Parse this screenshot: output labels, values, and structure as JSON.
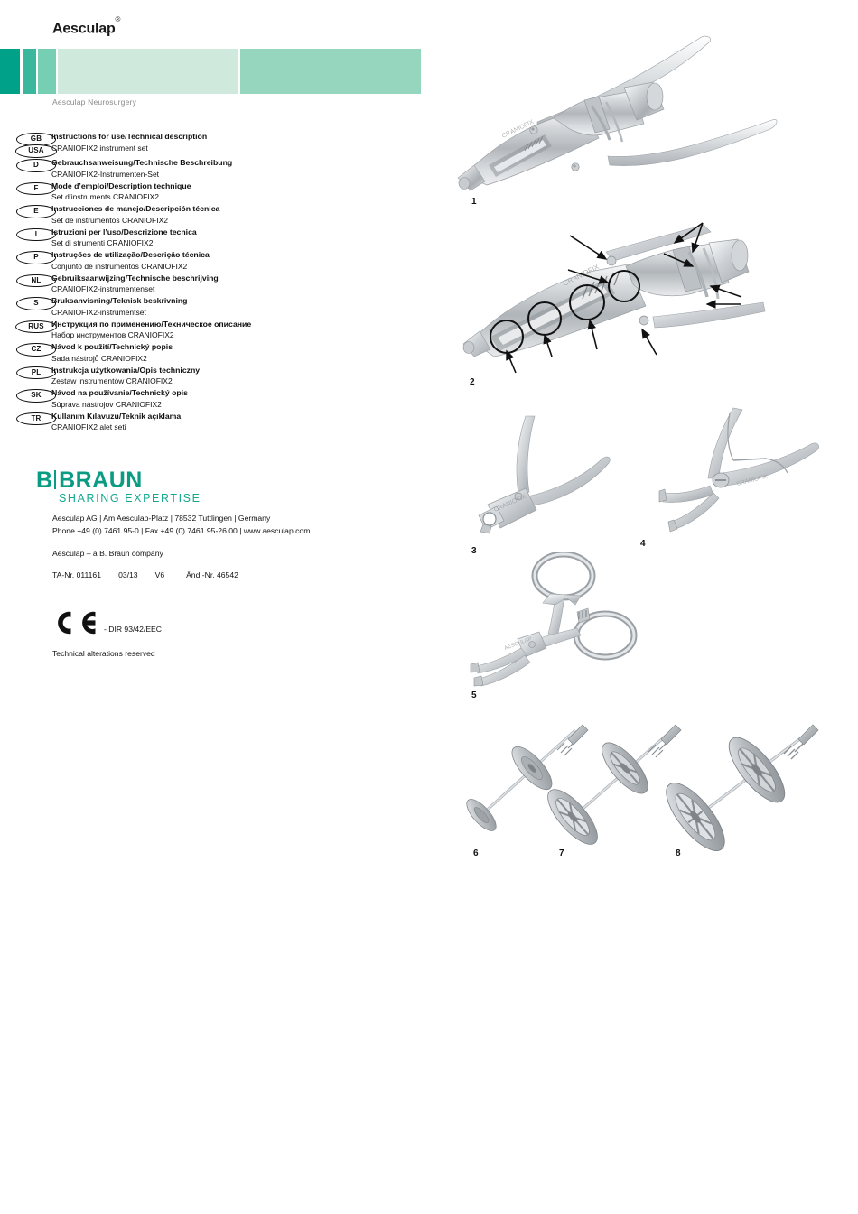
{
  "header": {
    "brand": "Aesculap",
    "trademark": "®",
    "division": "Aesculap Neurosurgery"
  },
  "colors": {
    "teal_dark": "#00a189",
    "teal_mid": "#3bb79e",
    "teal_light": "#76cfb3",
    "mint_pale": "#cfe9dd",
    "mint_mid": "#96d6bf",
    "brand_green": "#0a9b83",
    "tagline_green": "#14a98f",
    "subtitle_gray": "#8a8a8a"
  },
  "languages": [
    {
      "code": "GB",
      "title": "Instructions for use/Technical description",
      "subtitle": "CRANIOFIX2 instrument set"
    },
    {
      "code": "USA",
      "title": "",
      "subtitle": ""
    },
    {
      "code": "D",
      "title": "Gebrauchsanweisung/Technische Beschreibung",
      "subtitle": "CRANIOFIX2-Instrumenten-Set"
    },
    {
      "code": "F",
      "title": "Mode d’emploi/Description technique",
      "subtitle": "Set d’instruments CRANIOFIX2"
    },
    {
      "code": "E",
      "title": "Instrucciones de manejo/Descripción técnica",
      "subtitle": "Set de instrumentos CRANIOFIX2"
    },
    {
      "code": "I",
      "title": "Istruzioni per l’uso/Descrizione tecnica",
      "subtitle": "Set di strumenti CRANIOFIX2"
    },
    {
      "code": "P",
      "title": "Instruções de utilização/Descriçâo técnica",
      "subtitle": "Conjunto de instrumentos CRANIOFIX2"
    },
    {
      "code": "NL",
      "title": "Gebruiksaanwijzing/Technische beschrijving",
      "subtitle": "CRANIOFIX2-instrumentenset"
    },
    {
      "code": "S",
      "title": "Bruksanvisning/Teknisk beskrivning",
      "subtitle": "CRANIOFIX2-instrumentset"
    },
    {
      "code": "RUS",
      "title": "Инструкция по применению/Техническое описание",
      "subtitle": "Набор инструментов CRANIOFIX2"
    },
    {
      "code": "CZ",
      "title": "Návod k použití/Technický popis",
      "subtitle": "Sada nástrojů CRANIOFIX2"
    },
    {
      "code": "PL",
      "title": "Instrukcja użytkowania/Opis techniczny",
      "subtitle": "Zestaw instrumentów CRANIOFIX2"
    },
    {
      "code": "SK",
      "title": "Návod na používanie/Technický opis",
      "subtitle": "Súprava nástrojov CRANIOFIX2"
    },
    {
      "code": "TR",
      "title": "Kullanım Kılavuzu/Teknik açıklama",
      "subtitle": "CRANIOFIX2 alet seti"
    }
  ],
  "logo": {
    "letter": "B",
    "name": "BRAUN",
    "tagline": "SHARING EXPERTISE"
  },
  "address": {
    "line1": "Aesculap AG | Am Aesculap-Platz | 78532 Tuttlingen | Germany",
    "line2": "Phone +49 (0) 7461 95-0 | Fax +49 (0) 7461 95-26 00 | www.aesculap.com",
    "company": "Aesculap – a B. Braun company"
  },
  "docref": {
    "ta_label": "TA-Nr. 011161",
    "date": "03/13",
    "version": "V6",
    "and_label": "Änd.-Nr. 46542",
    "full": "TA-Nr. 011161        03/13        V6          Änd.-Nr. 46542"
  },
  "ce": {
    "mark": "CE",
    "directive": "- DIR 93/42/EEC",
    "disclaimer": "Technical alterations reserved"
  },
  "figures": [
    {
      "number": "1",
      "caption": ""
    },
    {
      "number": "2",
      "caption": ""
    },
    {
      "number": "3",
      "caption": ""
    },
    {
      "number": "4",
      "caption": ""
    },
    {
      "number": "5",
      "caption": ""
    },
    {
      "number": "6",
      "caption": ""
    },
    {
      "number": "7",
      "caption": ""
    },
    {
      "number": "8",
      "caption": ""
    }
  ]
}
